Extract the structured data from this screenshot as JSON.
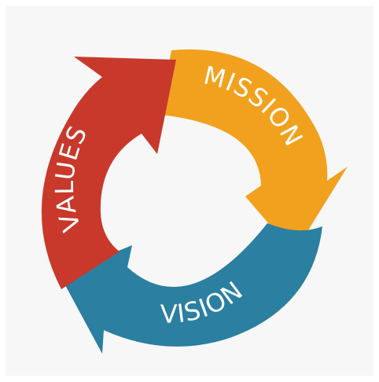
{
  "diagram": {
    "labels": {
      "mission": "MISSION",
      "vision": "VISION",
      "values": "VALUES"
    },
    "colors": {
      "mission": "#f2a11e",
      "vision": "#2b7fa0",
      "values": "#c8392c",
      "background": "#f7f7f7"
    }
  }
}
